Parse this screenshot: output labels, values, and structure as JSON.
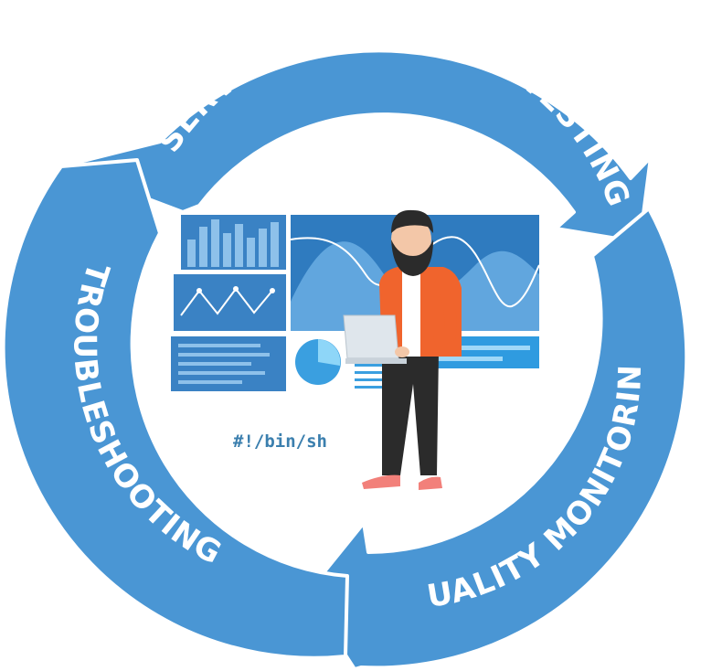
{
  "cycle": {
    "stages": [
      {
        "label": "SERVICE ACTIVATION TESTING"
      },
      {
        "label": "QUALITY MONITORING"
      },
      {
        "label": "TROUBLESHOOTING"
      }
    ]
  },
  "illustration": {
    "terminal_text": "#!/bin/sh"
  },
  "colors": {
    "arrow": "#4a96d4",
    "dashboard_dark": "#3a82c4",
    "dashboard_light": "#8ec1ea",
    "jacket": "#f0642d",
    "pants": "#2b2b2b",
    "shoes": "#f2807a"
  }
}
